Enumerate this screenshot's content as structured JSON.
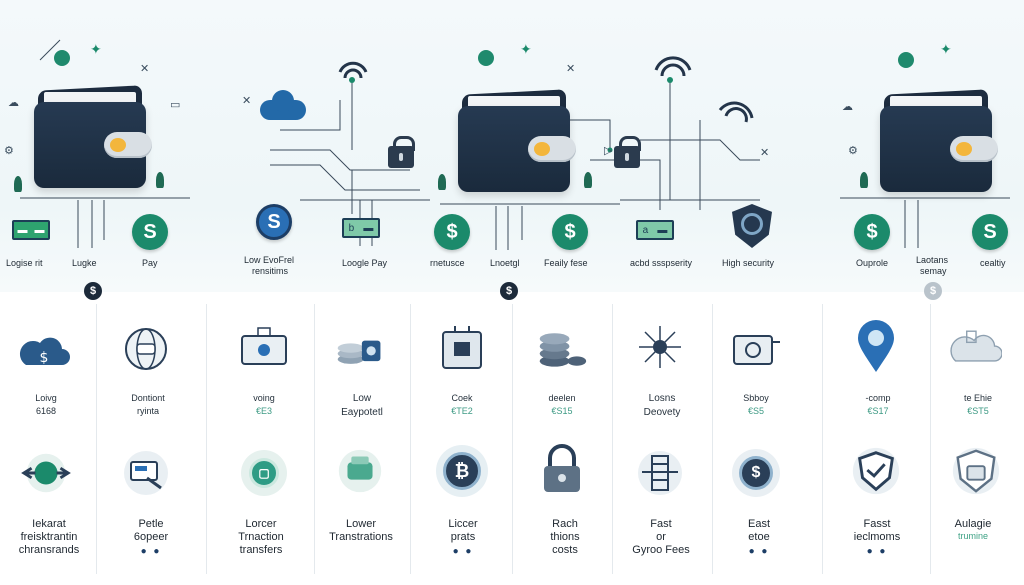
{
  "top_labels": [
    "Logise rit",
    "Lugke",
    "Pay",
    "Low EvoFrel",
    "rensitims",
    "Loogle Pay",
    "rnetusce",
    "Lnoetgl",
    "Feaily fese",
    "acbd ssspserity",
    "High security",
    "Ouprole",
    "Laotans",
    "semay",
    "cealtiy"
  ],
  "top_icon_glyphs": {
    "dollar": "$",
    "swap": "S",
    "note_b": "b",
    "note_a": "a"
  },
  "divider_glyph": "$",
  "row1": [
    {
      "title": "Loivg",
      "sub": "6168"
    },
    {
      "title": "Dontiont",
      "sub": "ryinta"
    },
    {
      "title": "voing",
      "sub": "€E3"
    },
    {
      "title": "Low",
      "sub": "Eaypotetl"
    },
    {
      "title": "Coek",
      "sub": "€TE2"
    },
    {
      "title": "deelen",
      "sub": "€S15"
    },
    {
      "title": "Losns",
      "sub": "Deovety"
    },
    {
      "title": "Sbboy",
      "sub": "€S5"
    },
    {
      "title": "-comp",
      "sub": "€S17"
    },
    {
      "title": "te Ehie",
      "sub": "€ST5"
    }
  ],
  "row2": [
    {
      "lines": [
        "Iekarat",
        "freisktrantin",
        "chransrands"
      ],
      "dots": ""
    },
    {
      "lines": [
        "Petle",
        "6opeer"
      ],
      "dots": "● ●"
    },
    {
      "lines": [
        "Lorcer",
        "Trnaction",
        "transfers"
      ],
      "dots": ""
    },
    {
      "lines": [
        "Lower",
        "Transtrations"
      ],
      "dots": ""
    },
    {
      "lines": [
        "Liccer",
        "prats"
      ],
      "dots": "● ●"
    },
    {
      "lines": [
        "Rach",
        "thions",
        "costs"
      ],
      "dots": ""
    },
    {
      "lines": [
        "Fast",
        "or",
        "Gyroo Fees"
      ],
      "dots": ""
    },
    {
      "lines": [
        "East",
        "etoe"
      ],
      "dots": "● ●"
    },
    {
      "lines": [
        "Fasst",
        "ieclmoms"
      ],
      "dots": "● ●"
    },
    {
      "lines": [
        "Aulagie",
        "trumine"
      ],
      "dots": ""
    }
  ],
  "colors": {
    "navy": "#1d2c3f",
    "green": "#1b8a6b",
    "blue": "#2369a8",
    "teal_text": "#3d9a84"
  }
}
